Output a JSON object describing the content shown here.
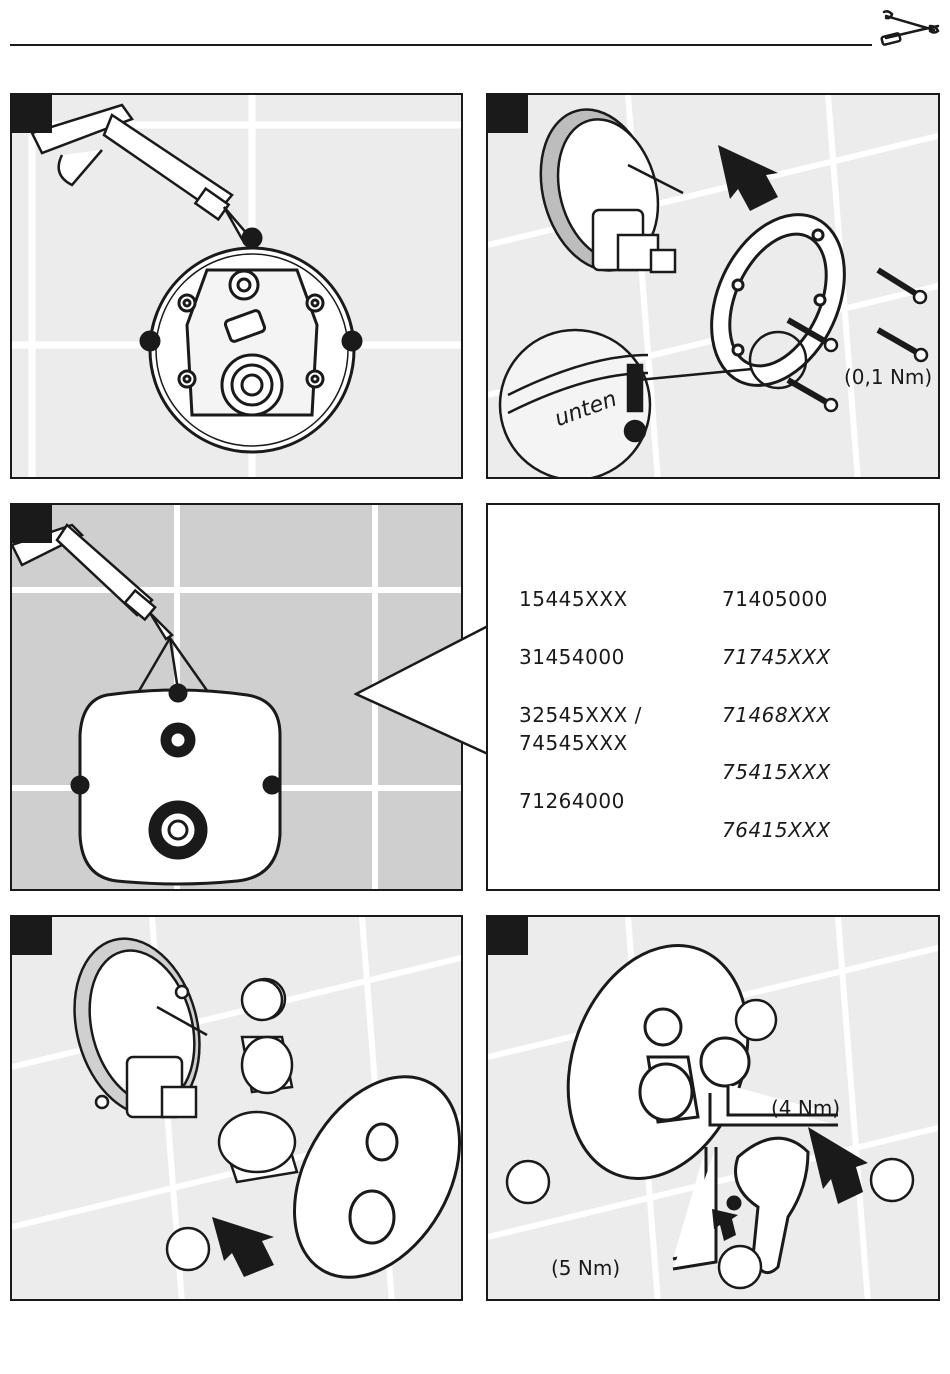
{
  "header": {
    "icon": "wrench-screwdriver-icon"
  },
  "panels": {
    "p2": {
      "torque": "(0,1 Nm)",
      "callout": "unten"
    },
    "p6": {
      "torque_a": "(4 Nm)",
      "torque_b": "(5 Nm)"
    }
  },
  "model_list": {
    "left": [
      "15445XXX",
      "31454000",
      "32545XXX /",
      "74545XXX",
      "71264000"
    ],
    "right": [
      "71405000",
      "71745XXX",
      "71468XXX",
      "75415XXX",
      "76415XXX"
    ]
  }
}
